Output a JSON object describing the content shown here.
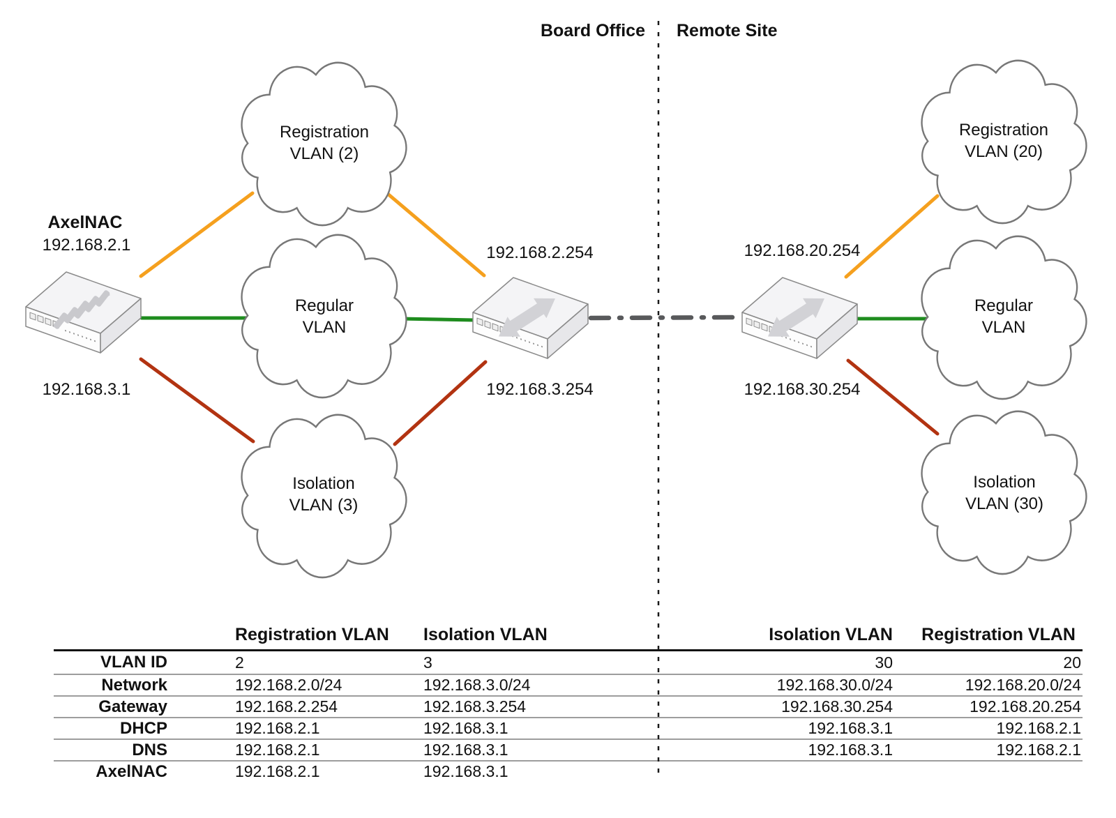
{
  "regions": {
    "left_label": "Board Office",
    "right_label": "Remote Site"
  },
  "colors": {
    "registration": "#F5A01E",
    "regular": "#1E8C1E",
    "isolation": "#B23311",
    "trunk": "#58595B",
    "divider": "#1A1A1A"
  },
  "devices": {
    "axelnac": {
      "name": "AxelNAC",
      "ip_registration": "192.168.2.1",
      "ip_isolation": "192.168.3.1"
    },
    "board_switch": {
      "ip_registration": "192.168.2.254",
      "ip_isolation": "192.168.3.254"
    },
    "remote_switch": {
      "ip_registration": "192.168.20.254",
      "ip_isolation": "192.168.30.254"
    }
  },
  "clouds": [
    {
      "line1": "Registration",
      "line2": "VLAN (2)"
    },
    {
      "line1": "Regular",
      "line2": "VLAN"
    },
    {
      "line1": "Isolation",
      "line2": "VLAN (3)"
    },
    {
      "line1": "Registration",
      "line2": "VLAN (20)"
    },
    {
      "line1": "Regular",
      "line2": "VLAN"
    },
    {
      "line1": "Isolation",
      "line2": "VLAN (30)"
    }
  ],
  "table": {
    "headers": [
      "",
      "Registration VLAN",
      "Isolation VLAN",
      "Isolation VLAN",
      "Registration VLAN"
    ],
    "rows": [
      {
        "label": "VLAN ID",
        "values": [
          "2",
          "3",
          "30",
          "20"
        ]
      },
      {
        "label": "Network",
        "values": [
          "192.168.2.0/24",
          "192.168.3.0/24",
          "192.168.30.0/24",
          "192.168.20.0/24"
        ]
      },
      {
        "label": "Gateway",
        "values": [
          "192.168.2.254",
          "192.168.3.254",
          "192.168.30.254",
          "192.168.20.254"
        ]
      },
      {
        "label": "DHCP",
        "values": [
          "192.168.2.1",
          "192.168.3.1",
          "192.168.3.1",
          "192.168.2.1"
        ]
      },
      {
        "label": "DNS",
        "values": [
          "192.168.2.1",
          "192.168.3.1",
          "192.168.3.1",
          "192.168.2.1"
        ]
      },
      {
        "label": "AxelNAC",
        "values": [
          "192.168.2.1",
          "192.168.3.1",
          "",
          ""
        ]
      }
    ]
  }
}
